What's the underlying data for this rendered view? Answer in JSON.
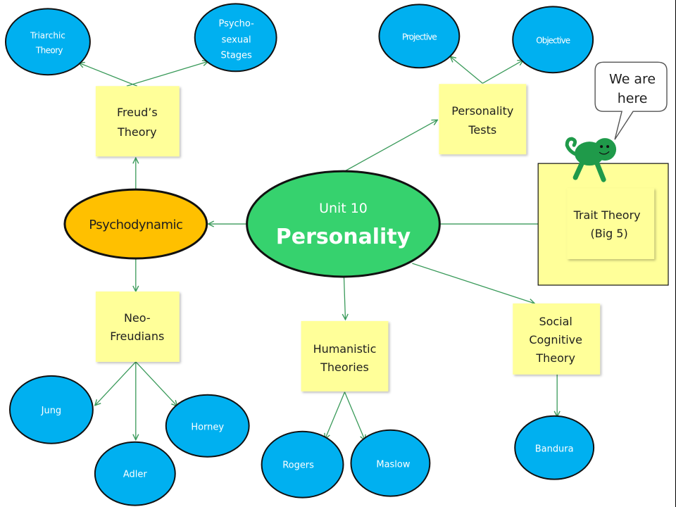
{
  "center": {
    "line1": "Unit 10",
    "line2": "Personality"
  },
  "psychodynamic": "Psychodynamic",
  "freud": {
    "line1": "Freud’s",
    "line2": "Theory"
  },
  "triarchic": {
    "line1": "Triarchic",
    "line2": "Theory"
  },
  "psychosexual": {
    "line1": "Psycho-",
    "line2": "sexual",
    "line3": "Stages"
  },
  "neo_freudians": {
    "line1": "Neo-",
    "line2": "Freudians"
  },
  "jung": "Jung",
  "adler": "Adler",
  "horney": "Horney",
  "personality_tests": {
    "line1": "Personality",
    "line2": "Tests"
  },
  "projective": "Projective",
  "objective": "Objective",
  "trait": {
    "line1": "Trait Theory",
    "line2": "(Big 5)"
  },
  "speech": {
    "line1": "We are",
    "line2": "here"
  },
  "humanistic": {
    "line1": "Humanistic",
    "line2": "Theories"
  },
  "rogers": "Rogers",
  "maslow": "Maslow",
  "social": {
    "line1": "Social",
    "line2": "Cognitive",
    "line3": "Theory"
  },
  "bandura": "Bandura",
  "colors": {
    "center_fill": "#36d26e",
    "psychodynamic_fill": "#ffc000",
    "note_fill": "#ffff99",
    "bubble_fill": "#00b0f0",
    "arrow": "#3a9a5a",
    "mascot": "#1f9a4a"
  }
}
